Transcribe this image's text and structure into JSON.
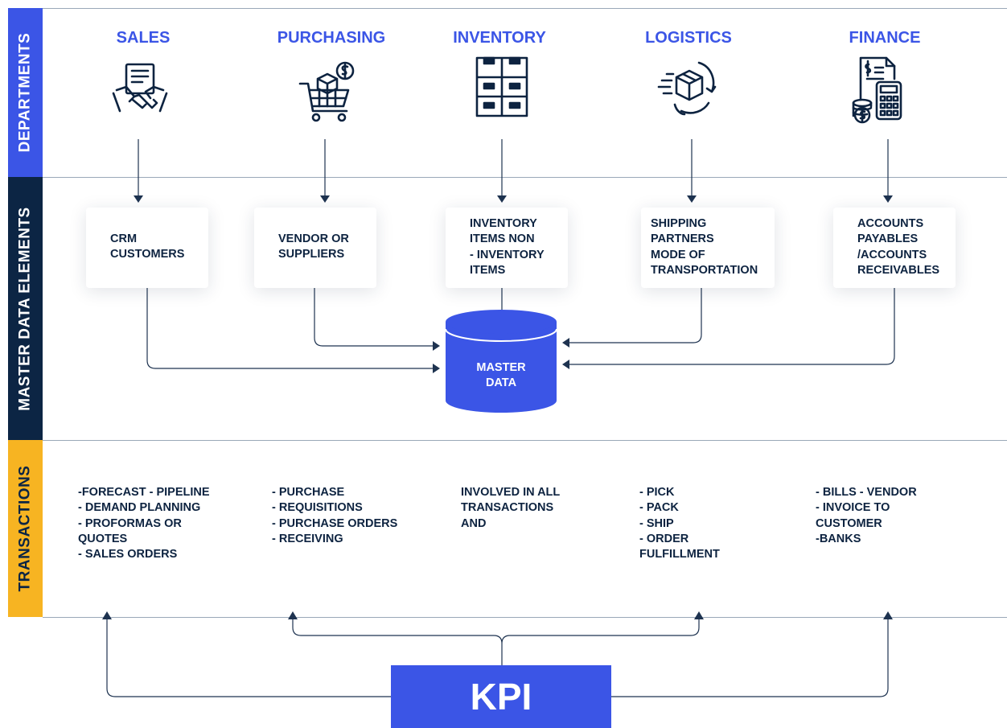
{
  "bands": {
    "departments": "DEPARTMENTS",
    "master": "MASTER DATA ELEMENTS",
    "transactions": "TRANSACTIONS"
  },
  "departments": [
    {
      "title": "SALES",
      "icon": "handshake-invoice-icon",
      "master": "CRM\nCUSTOMERS",
      "transactions": "-FORECAST - PIPELINE\n- DEMAND PLANNING\n- PROFORMAS OR\nQUOTES\n- SALES ORDERS"
    },
    {
      "title": "PURCHASING",
      "icon": "shopping-cart-icon",
      "master": "VENDOR OR\nSUPPLIERS",
      "transactions": "- PURCHASE\n- REQUISITIONS\n- PURCHASE ORDERS\n- RECEIVING"
    },
    {
      "title": "INVENTORY",
      "icon": "stacked-boxes-icon",
      "master": "INVENTORY\nITEMS NON\n- INVENTORY\nITEMS",
      "transactions": "INVOLVED IN ALL\nTRANSACTIONS\nAND"
    },
    {
      "title": "LOGISTICS",
      "icon": "shipping-box-icon",
      "master": "SHIPPING\nPARTNERS\nMODE OF\nTRANSPORTATION",
      "transactions": "- PICK\n- PACK\n- SHIP\n- ORDER\nFULFILLMENT"
    },
    {
      "title": "FINANCE",
      "icon": "calculator-invoice-icon",
      "master": "ACCOUNTS\nPAYABLES\n/ACCOUNTS\nRECEIVABLES",
      "transactions": "- BILLS - VENDOR\n- INVOICE TO\nCUSTOMER\n-BANKS"
    }
  ],
  "master_data": "MASTER\nDATA",
  "kpi": "KPI",
  "colors": {
    "brand_blue": "#3b55e6",
    "navy": "#0c2544",
    "amber": "#f7b422",
    "line": "#1e3350"
  }
}
